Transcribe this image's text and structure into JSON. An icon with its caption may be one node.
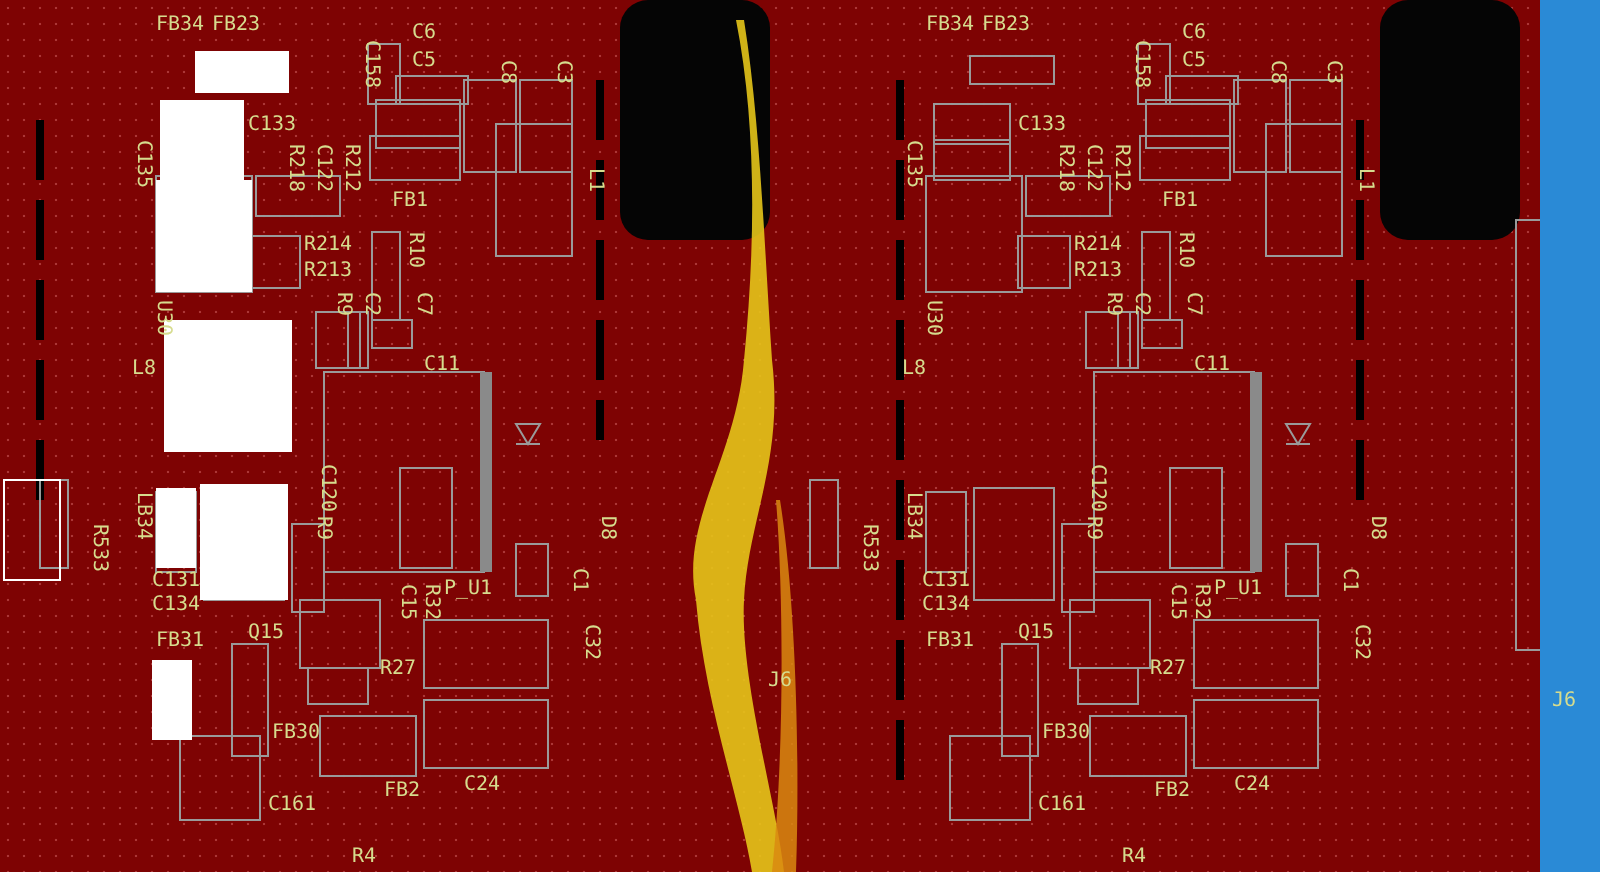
{
  "diagram": {
    "labels": [
      "FB34",
      "FB23",
      "C158",
      "C6",
      "C5",
      "C8",
      "C3",
      "C133",
      "C135",
      "R218",
      "C122",
      "R212",
      "L1",
      "FB1",
      "R214",
      "R213",
      "R10",
      "R9",
      "C2",
      "C7",
      "C11",
      "U30",
      "L8",
      "LB34",
      "C120",
      "R9",
      "R533",
      "C131",
      "C134",
      "FB31",
      "Q15",
      "C15",
      "R32",
      "P_U1",
      "R27",
      "C1",
      "D8",
      "C32",
      "FB30",
      "FB2",
      "C24",
      "C161",
      "R4",
      "FB34",
      "FB23",
      "C158",
      "C6",
      "C5",
      "C8",
      "C3",
      "C133",
      "C135",
      "R218",
      "C122",
      "R212",
      "L1",
      "FB1",
      "R214",
      "R213",
      "R10",
      "R9",
      "C2",
      "C7",
      "C11",
      "U30",
      "L8",
      "LB34",
      "C120",
      "R9",
      "R533",
      "C131",
      "C134",
      "FB31",
      "Q15",
      "C15",
      "R32",
      "P_U1",
      "R27",
      "C1",
      "D8",
      "C32",
      "FB30",
      "FB2",
      "C24",
      "C161",
      "R4",
      "J6",
      "J6"
    ]
  }
}
